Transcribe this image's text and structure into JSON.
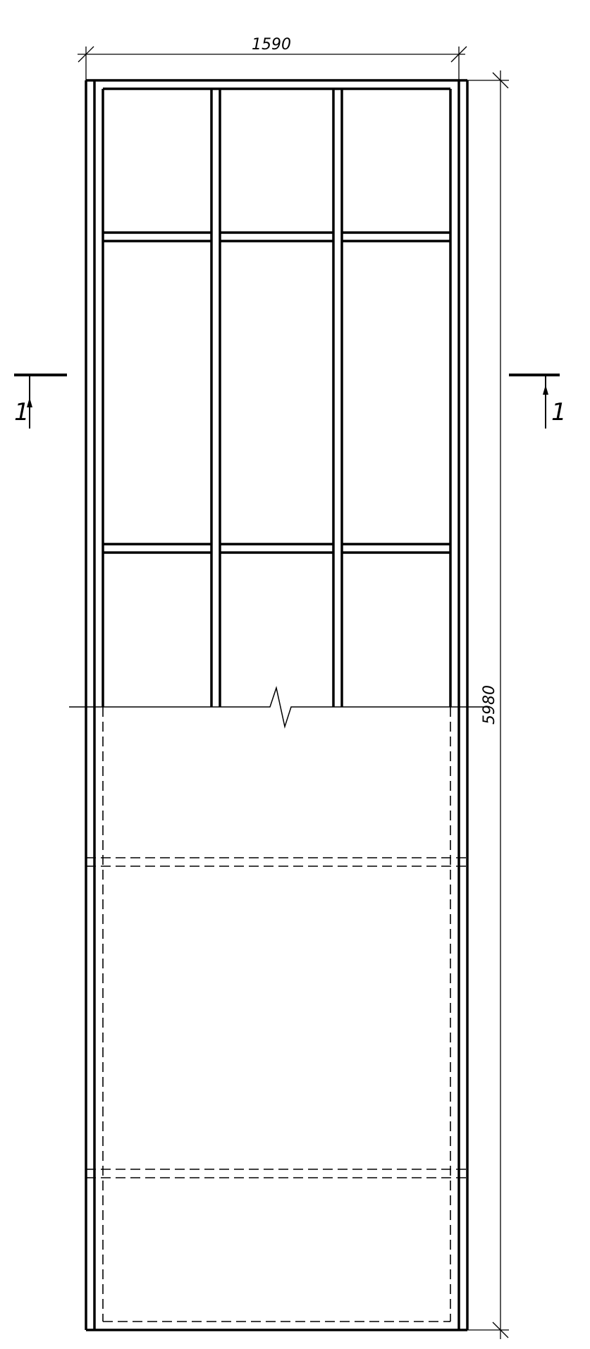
{
  "drawing": {
    "dimension_width": "1590",
    "dimension_height": "5980",
    "section_left": "1",
    "section_right": "1"
  },
  "colors": {
    "line": "#000000",
    "background": "#ffffff"
  }
}
